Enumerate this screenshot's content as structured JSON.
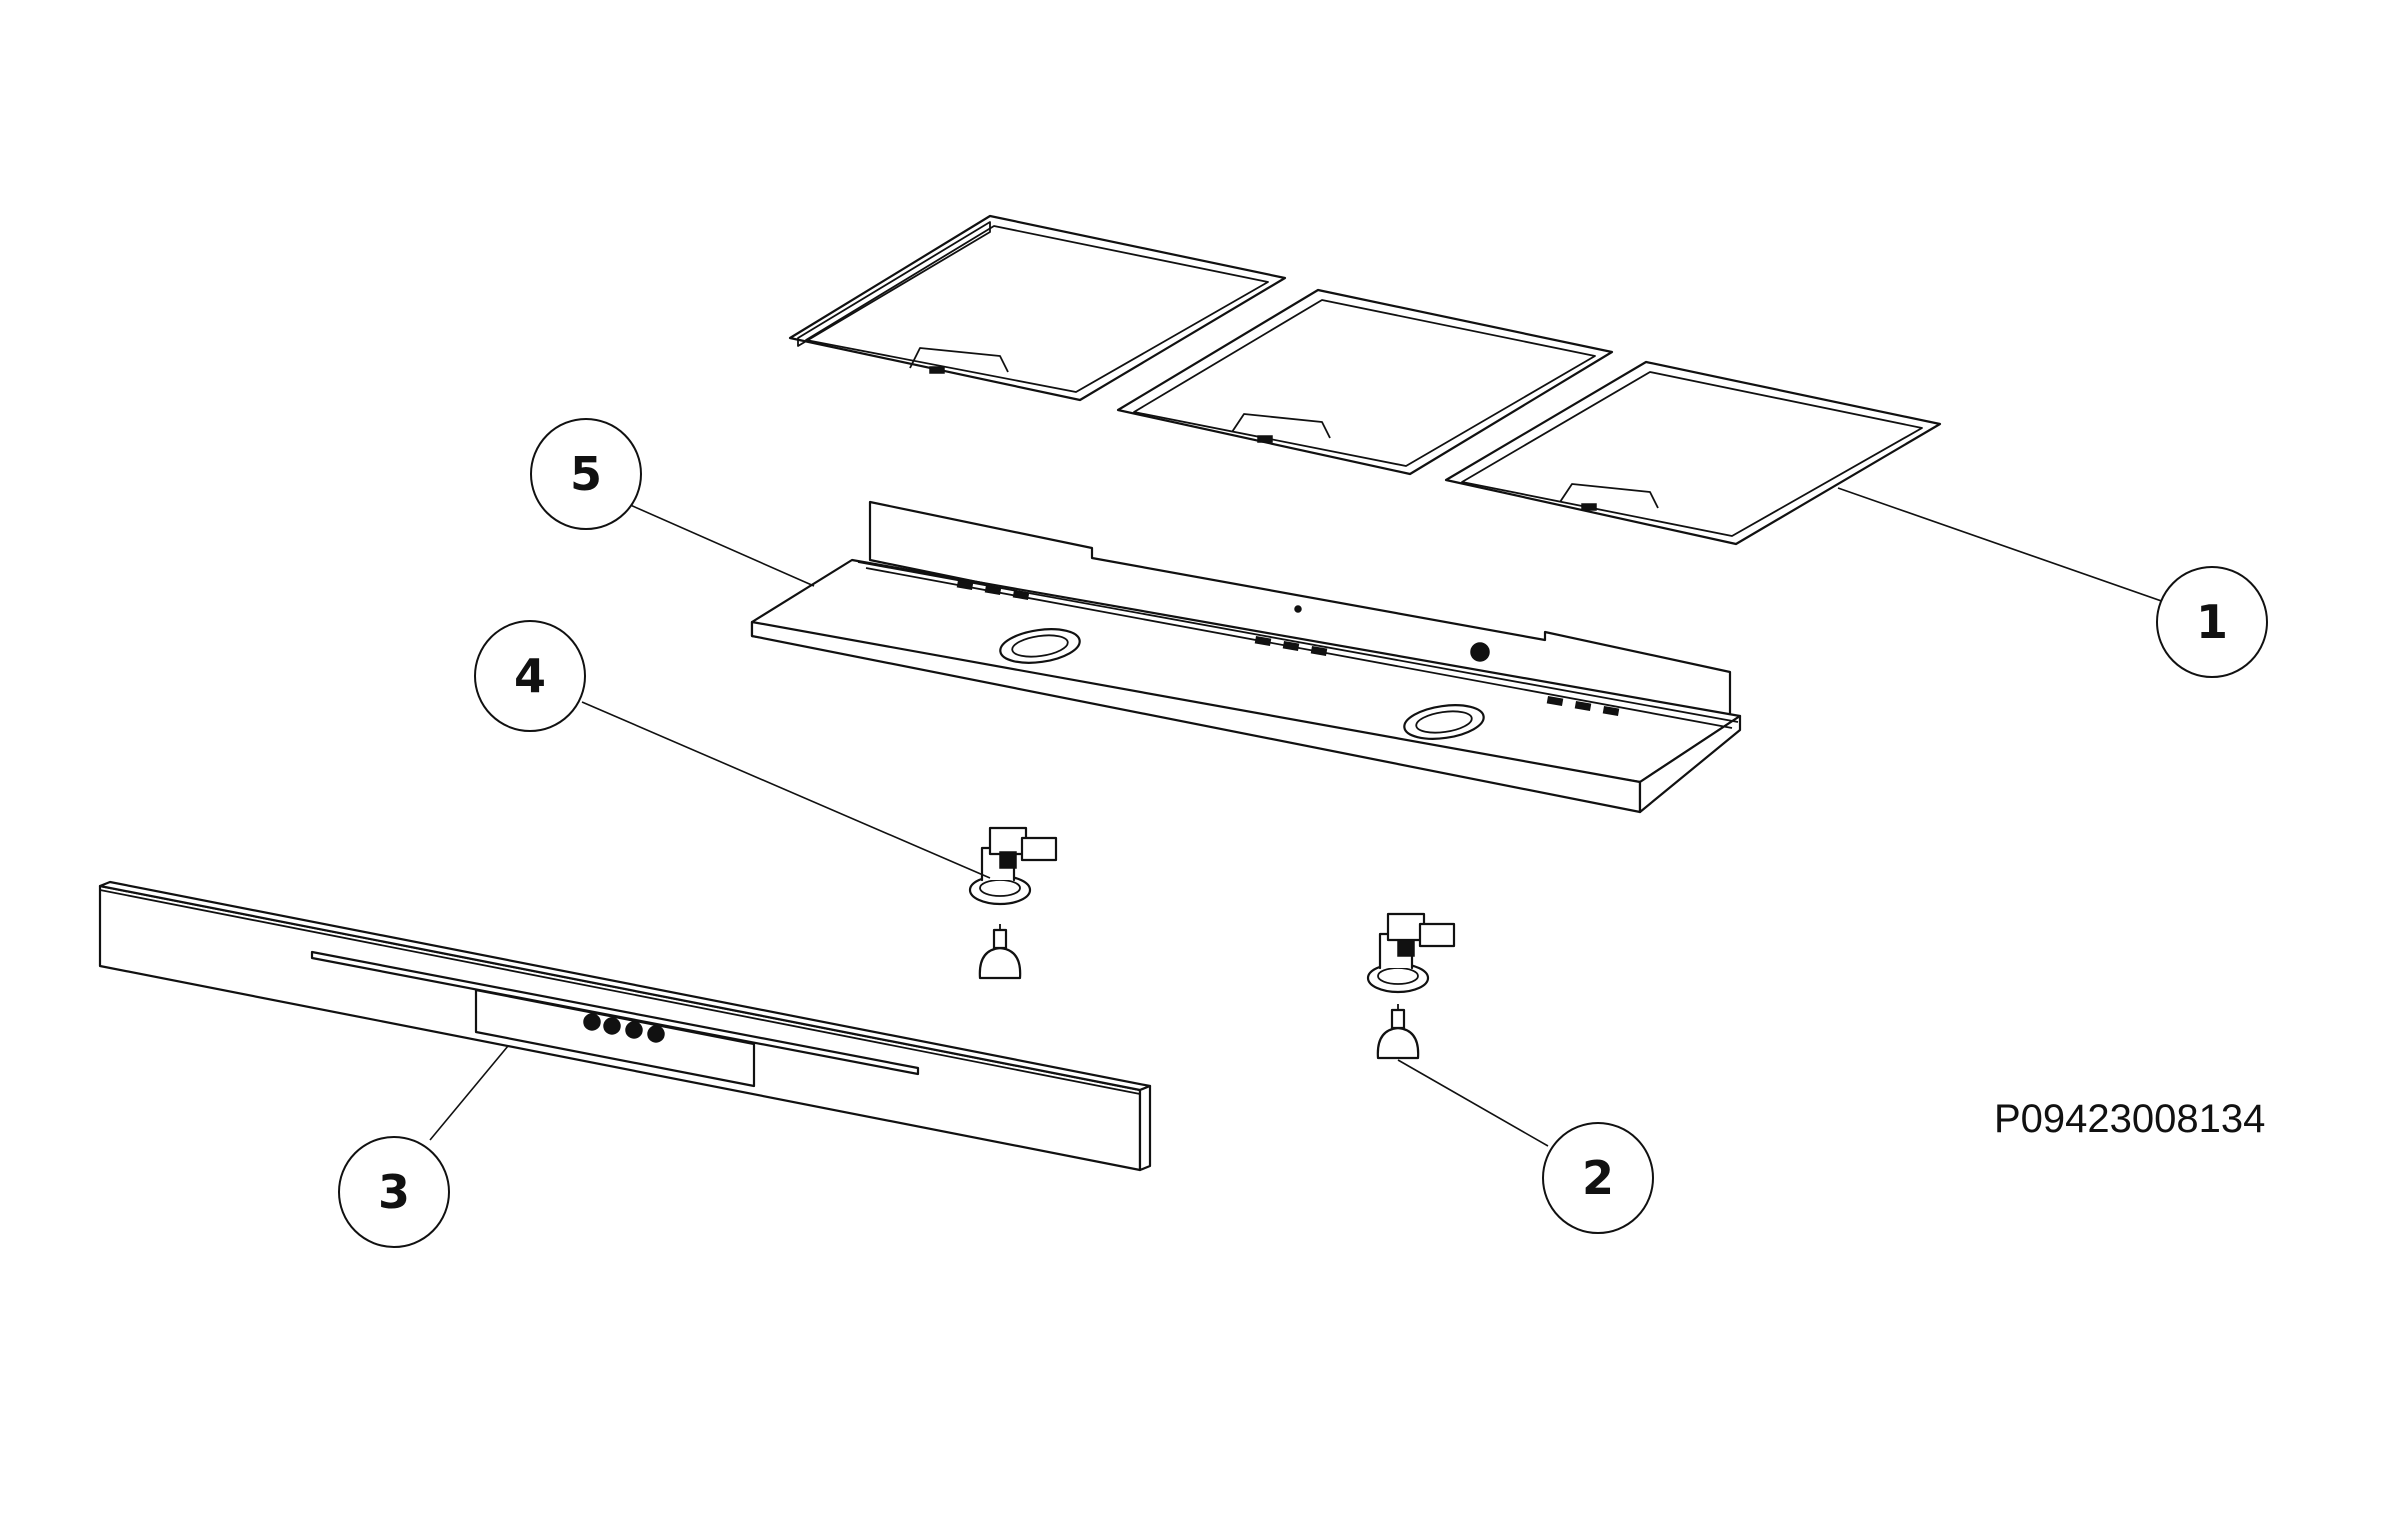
{
  "diagram": {
    "reference_code": "P09423008134",
    "callouts": [
      {
        "id": "1",
        "label": "1"
      },
      {
        "id": "2",
        "label": "2"
      },
      {
        "id": "3",
        "label": "3"
      },
      {
        "id": "4",
        "label": "4"
      },
      {
        "id": "5",
        "label": "5"
      }
    ],
    "colors": {
      "line": "#111111",
      "background": "#ffffff"
    }
  }
}
